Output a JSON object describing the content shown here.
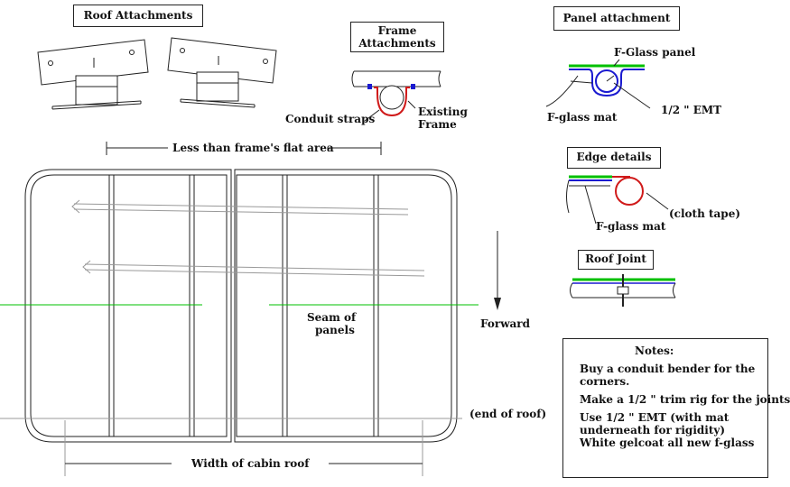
{
  "headings": {
    "roof_attachments": "Roof Attachments",
    "frame_attachments_1": "Frame",
    "frame_attachments_2": "Attachments",
    "panel_attachment": "Panel attachment",
    "edge_details": "Edge details",
    "roof_joint": "Roof Joint"
  },
  "labels": {
    "conduit_straps": "Conduit straps",
    "existing": "Existing",
    "frame": "Frame",
    "fglass_panel": "F-Glass panel",
    "emt": "1/2 \" EMT",
    "fglass_mat_panel": "F-glass mat",
    "cloth_tape": "(cloth tape)",
    "fglass_mat_edge": "F-glass mat",
    "less_than_flat": "Less than frame's flat area",
    "seam_1": "Seam of",
    "seam_2": "panels",
    "forward": "Forward",
    "end_of_roof": "(end of roof)",
    "width_of_cabin_roof": "Width of cabin roof"
  },
  "notes": {
    "title": "Notes:",
    "line1": "Buy a conduit bender for the",
    "line2": "corners.",
    "line3": "Make a 1/2 \" trim rig for the joints",
    "line4": "Use 1/2 \" EMT (with mat",
    "line5": "underneath for rigidity)",
    "line6": "White gelcoat all new f-glass"
  },
  "colors": {
    "line": "#222222",
    "green": "#00c000",
    "blue": "#1a1ad0",
    "red": "#d01a1a",
    "guide": "#999999"
  }
}
